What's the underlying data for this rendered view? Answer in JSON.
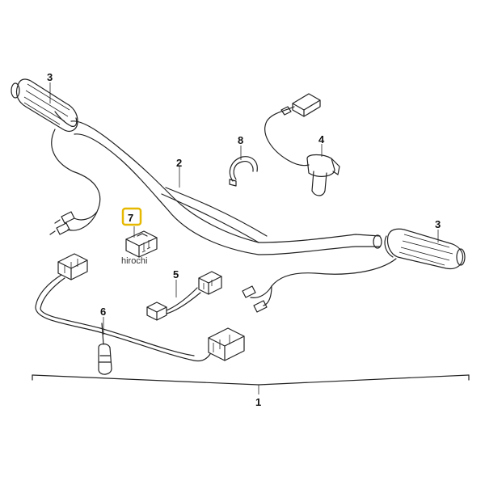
{
  "diagram": {
    "parts": [
      {
        "id": "part-1",
        "label": "1"
      },
      {
        "id": "part-2",
        "label": "2"
      },
      {
        "id": "part-3-left",
        "label": "3"
      },
      {
        "id": "part-3-right",
        "label": "3"
      },
      {
        "id": "part-4",
        "label": "4"
      },
      {
        "id": "part-5",
        "label": "5"
      },
      {
        "id": "part-6",
        "label": "6"
      },
      {
        "id": "part-7",
        "label": "7"
      },
      {
        "id": "part-8",
        "label": "8"
      }
    ],
    "watermark": "hirochi",
    "highlight_color": "#e6b800"
  }
}
